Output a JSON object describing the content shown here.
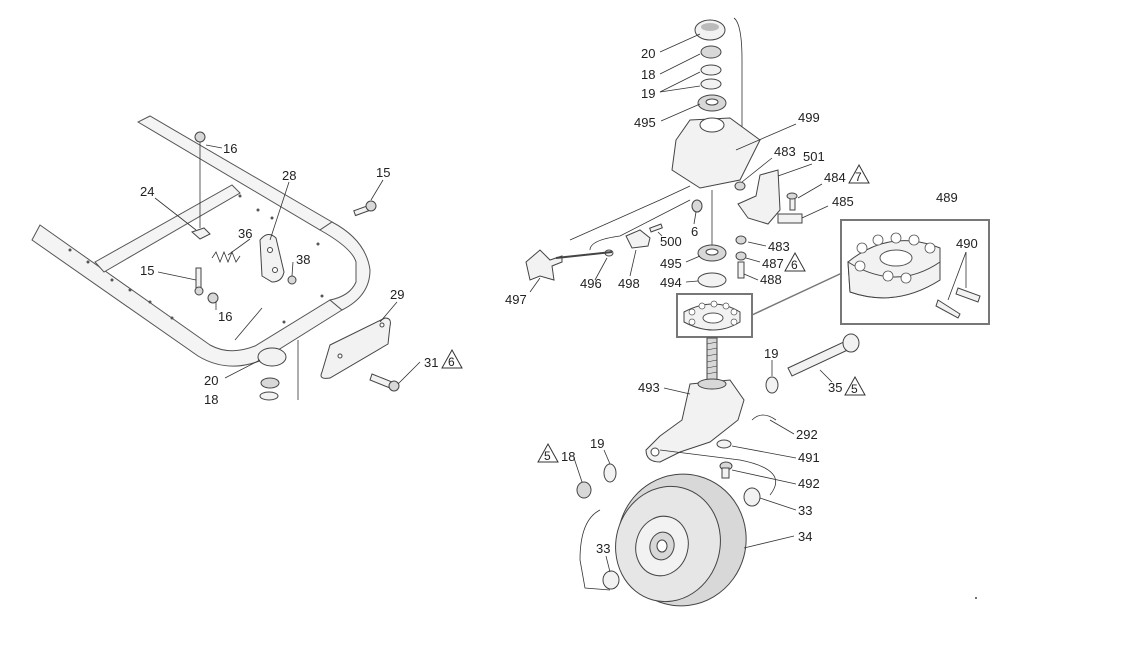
{
  "labels": {
    "l16a": "16",
    "l24": "24",
    "l28": "28",
    "l15a": "15",
    "l36": "36",
    "l15b": "15",
    "l38": "38",
    "l16b": "16",
    "l29": "29",
    "l20a": "20",
    "l18a": "18",
    "l31": "31",
    "l20b": "20",
    "l18b": "18",
    "l19a": "19",
    "l495a": "495",
    "l499": "499",
    "l483a": "483",
    "l501": "501",
    "l484": "484",
    "l485": "485",
    "l6": "6",
    "l500": "500",
    "l483b": "483",
    "l495b": "495",
    "l487": "487",
    "l494": "494",
    "l488": "488",
    "l489": "489",
    "l490": "490",
    "l497": "497",
    "l496": "496",
    "l498": "498",
    "l19b": "19",
    "l35": "35",
    "l493": "493",
    "l292": "292",
    "l19c": "19",
    "l18c": "18",
    "l491": "491",
    "l492": "492",
    "l33a": "33",
    "l33b": "33",
    "l34": "34"
  },
  "warnings": {
    "w31": "6",
    "w484": "7",
    "w487": "6",
    "w35": "5",
    "w18": "5"
  }
}
